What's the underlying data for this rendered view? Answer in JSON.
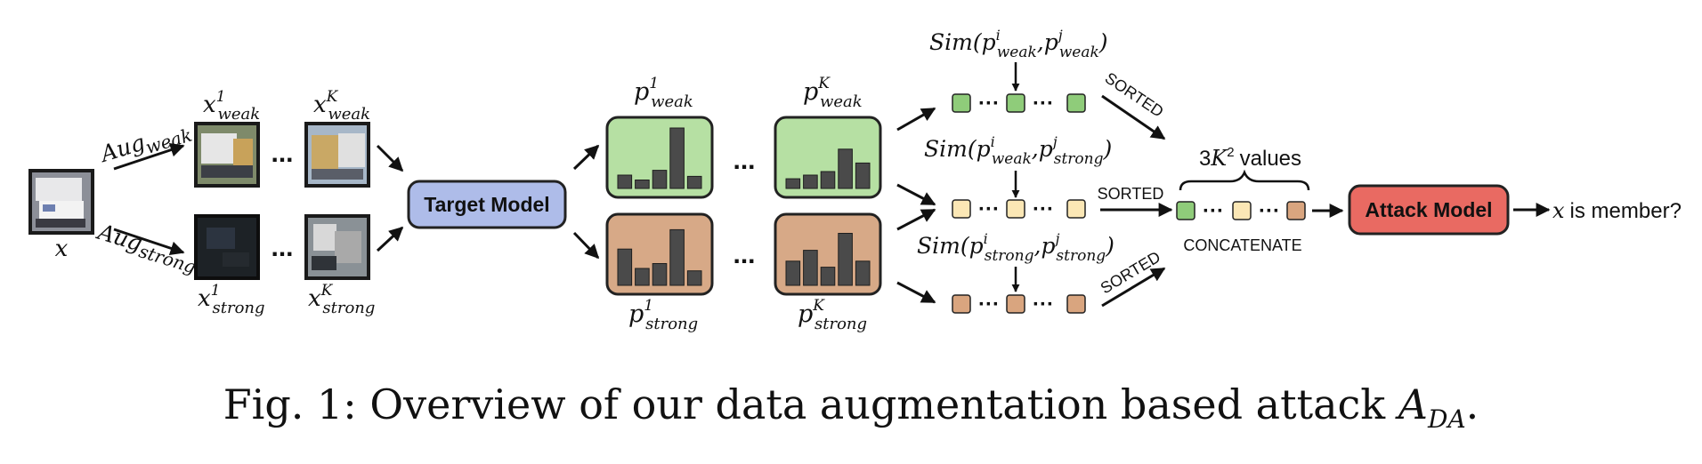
{
  "input": {
    "label": "x"
  },
  "aug": {
    "weak_label": "Aug",
    "weak_sub": "weak",
    "strong_label": "Aug",
    "strong_sub": "strong"
  },
  "samples": {
    "weak_first": {
      "base": "x",
      "sup": "1",
      "sub": "weak"
    },
    "weak_last": {
      "base": "x",
      "sup": "K",
      "sub": "weak"
    },
    "strong_first": {
      "base": "x",
      "sup": "1",
      "sub": "strong"
    },
    "strong_last": {
      "base": "x",
      "sup": "K",
      "sub": "strong"
    },
    "ellipsis": "..."
  },
  "target_model": {
    "label": "Target Model",
    "color": "#aebce9"
  },
  "predictions": {
    "weak_first": {
      "base": "p",
      "sup": "1",
      "sub": "weak"
    },
    "weak_last": {
      "base": "p",
      "sup": "K",
      "sub": "weak"
    },
    "strong_first": {
      "base": "p",
      "sup": "1",
      "sub": "strong"
    },
    "strong_last": {
      "base": "p",
      "sup": "K",
      "sub": "strong"
    },
    "ellipsis": "...",
    "weak_color": "#b6e0a3",
    "strong_color": "#d7a987",
    "histograms": {
      "weak_first": [
        0.22,
        0.14,
        0.3,
        1.0,
        0.2
      ],
      "weak_last": [
        0.16,
        0.22,
        0.28,
        0.65,
        0.42
      ],
      "strong_first": [
        0.6,
        0.28,
        0.36,
        0.92,
        0.24
      ],
      "strong_last": [
        0.4,
        0.58,
        0.3,
        0.86,
        0.4
      ]
    }
  },
  "similarity": {
    "ww": {
      "func": "Sim(",
      "p1": "p",
      "p1_sup": "i",
      "p1_sub": "weak",
      "sep": ",",
      "p2": "p",
      "p2_sup": "j",
      "p2_sub": "weak",
      "close": ")"
    },
    "ws": {
      "func": "Sim(",
      "p1": "p",
      "p1_sup": "i",
      "p1_sub": "weak",
      "sep": ",",
      "p2": "p",
      "p2_sup": "j",
      "p2_sub": "strong",
      "close": ")"
    },
    "ss": {
      "func": "Sim(",
      "p1": "p",
      "p1_sup": "i",
      "p1_sub": "strong",
      "sep": ",",
      "p2": "p",
      "p2_sup": "j",
      "p2_sub": "strong",
      "close": ")"
    },
    "dots": "···",
    "ww_color": "#8fcc7a",
    "ws_color": "#fbe7b5",
    "ss_color": "#d9a57f"
  },
  "sorted_labels": [
    "SORTED",
    "SORTED",
    "SORTED"
  ],
  "concat": {
    "label": "CONCATENATE",
    "values_prefix": "3",
    "values_base": "K",
    "values_sup": "2",
    "values_suffix": "values"
  },
  "attack_model": {
    "label": "Attack Model",
    "color": "#e96a62"
  },
  "output": {
    "var": "x",
    "text": "is member?"
  },
  "caption": {
    "prefix": "Fig. 1: Overview of our data augmentation based attack ",
    "symbol": "A",
    "symbol_sub": "DA",
    "suffix": "."
  }
}
